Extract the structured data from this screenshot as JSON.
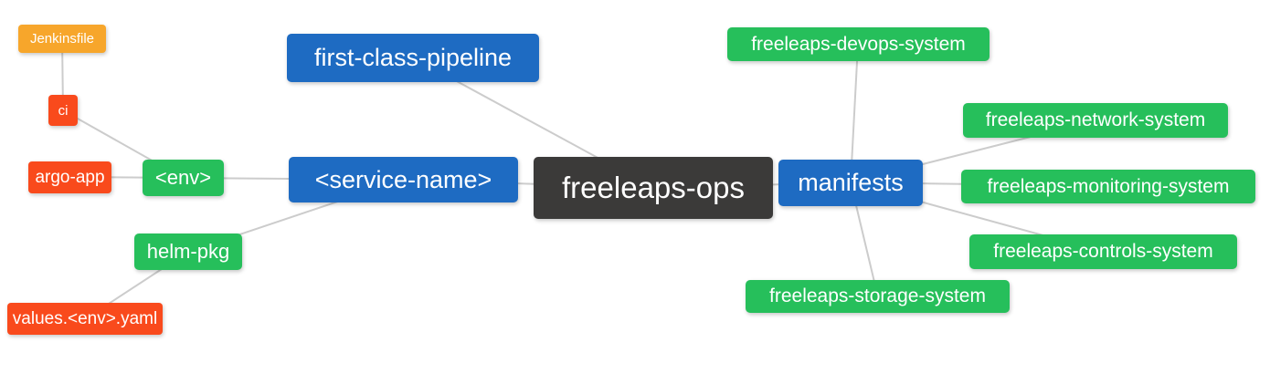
{
  "diagram": {
    "type": "mindmap",
    "root_label": "freeleaps-ops",
    "background": "#ffffff"
  },
  "colors": {
    "blue": "#1e6bc2",
    "green": "#26bf5b",
    "red": "#f94a1c",
    "orange": "#f7a62b",
    "dark": "#3b3a39",
    "edge": "#cccccc",
    "text": "#ffffff"
  },
  "nodes": {
    "jenkinsfile": {
      "label": "Jenkinsfile",
      "color": "orange"
    },
    "ci": {
      "label": "ci",
      "color": "red"
    },
    "argo_app": {
      "label": "argo-app",
      "color": "red"
    },
    "env": {
      "label": "<env>",
      "color": "green"
    },
    "helm_pkg": {
      "label": "helm-pkg",
      "color": "green"
    },
    "values_env_yaml": {
      "label": "values.<env>.yaml",
      "color": "red"
    },
    "first_class_pipeline": {
      "label": "first-class-pipeline",
      "color": "blue"
    },
    "service_name": {
      "label": "<service-name>",
      "color": "blue"
    },
    "freeleaps_ops": {
      "label": "freeleaps-ops",
      "color": "dark"
    },
    "manifests": {
      "label": "manifests",
      "color": "blue"
    },
    "devops_system": {
      "label": "freeleaps-devops-system",
      "color": "green"
    },
    "network_system": {
      "label": "freeleaps-network-system",
      "color": "green"
    },
    "monitoring_system": {
      "label": "freeleaps-monitoring-system",
      "color": "green"
    },
    "controls_system": {
      "label": "freeleaps-controls-system",
      "color": "green"
    },
    "storage_system": {
      "label": "freeleaps-storage-system",
      "color": "green"
    }
  },
  "edges": [
    [
      "jenkinsfile",
      "ci"
    ],
    [
      "ci",
      "env"
    ],
    [
      "argo_app",
      "env"
    ],
    [
      "env",
      "service_name"
    ],
    [
      "helm_pkg",
      "service_name"
    ],
    [
      "helm_pkg",
      "values_env_yaml"
    ],
    [
      "first_class_pipeline",
      "freeleaps_ops"
    ],
    [
      "service_name",
      "freeleaps_ops"
    ],
    [
      "freeleaps_ops",
      "manifests"
    ],
    [
      "manifests",
      "devops_system"
    ],
    [
      "manifests",
      "network_system"
    ],
    [
      "manifests",
      "monitoring_system"
    ],
    [
      "manifests",
      "controls_system"
    ],
    [
      "manifests",
      "storage_system"
    ]
  ]
}
